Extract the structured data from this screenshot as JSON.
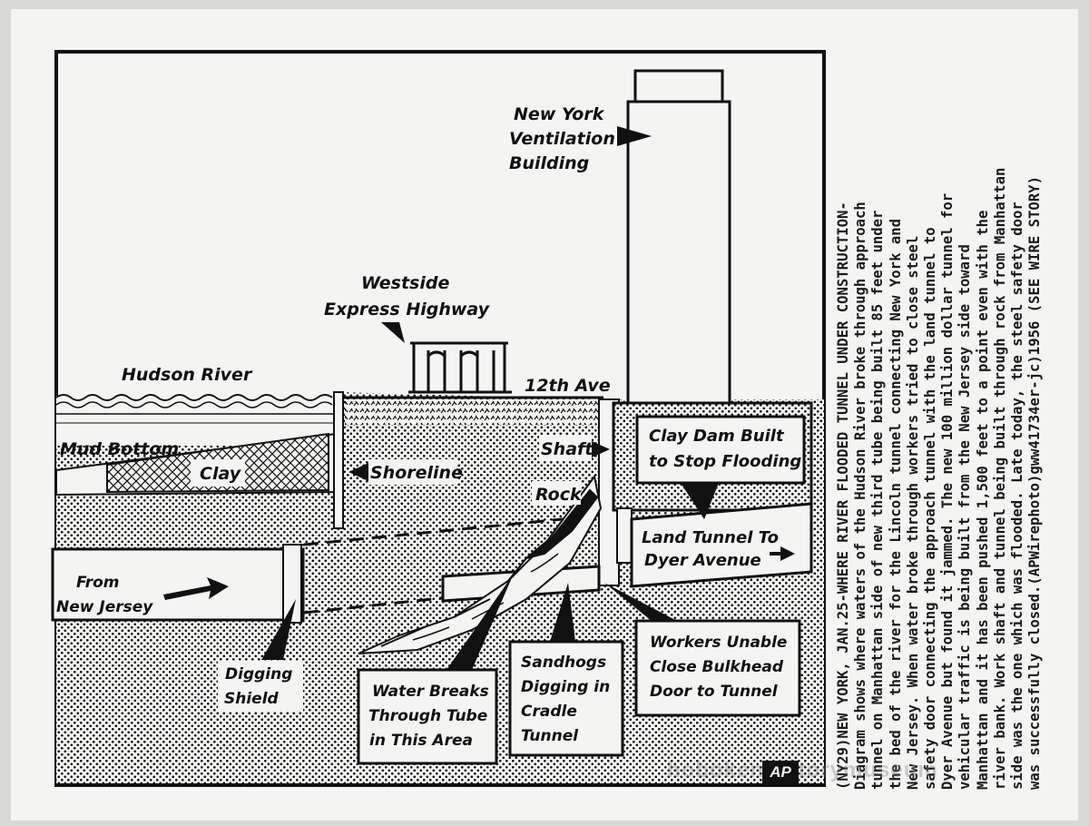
{
  "labels": {
    "ventilation": [
      "New York",
      "Ventilation",
      "Building"
    ],
    "highway": [
      "Westside",
      "Express Highway"
    ],
    "hudson": "Hudson River",
    "twelfth": "12th Ave",
    "mud": "Mud Bottom",
    "clay": "Clay",
    "shoreline": "Shoreline",
    "shaft": "Shaft",
    "rock": "Rock",
    "clay_dam": [
      "Clay Dam Built",
      "to Stop Flooding"
    ],
    "land_tunnel": [
      "Land Tunnel To",
      "Dyer Avenue"
    ],
    "from_nj": [
      "From",
      "New Jersey"
    ],
    "digging_shield": [
      "Digging",
      "Shield"
    ],
    "water_breaks": [
      "Water Breaks",
      "Through Tube",
      "in This Area"
    ],
    "sandhogs": [
      "Sandhogs",
      "Digging in",
      "Cradle",
      "Tunnel"
    ],
    "workers": [
      "Workers Unable",
      "Close Bulkhead",
      "Door to Tunnel"
    ]
  },
  "caption_lines": [
    "(NY29)NEW YORK, JAN.25-WHERE RIVER FLOODED TUNNEL UNDER CONSTRUCTION-",
    "Diagram shows where waters of the Hudson River broke through approach",
    "tunnel on Manhattan side of new third tube being built 85 feet under",
    "the bed of the river for the Lincoln tunnel connecting New York and",
    "New Jersey. When water broke through workers tried to close steel",
    "safety door connecting the approach tunnel with the land tunnel to",
    "Dyer Avenue but found it jammed. The new 100 million dollar tunnel for",
    "vehicular traffic is being built from the New Jersey side toward",
    "Manhattan and it has been pushed 1,500 feet to a point even with the",
    "river bank. Work shaft and tunnel being built through rock from Manhattan",
    "side was the one which was flooded. Late today, the steel safety door",
    "was successfully closed.(APWirephoto)gww41734er-jc)1956 (SEE WIRE STORY)"
  ],
  "watermark": "hobokenhistorymuseum",
  "ap_logo": "AP"
}
